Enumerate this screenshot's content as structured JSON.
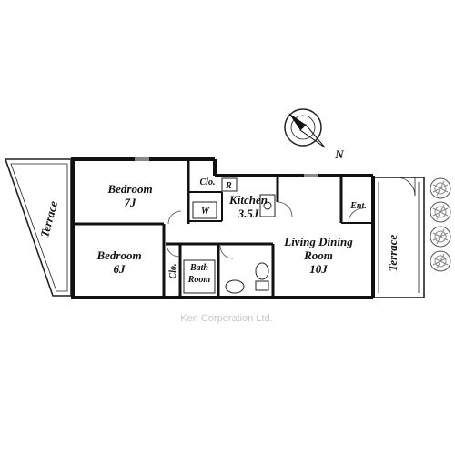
{
  "floorplan": {
    "compass_label": "N",
    "watermark": "Ken Corporation Ltd.",
    "rooms": {
      "bedroom_7": {
        "name": "Bedroom",
        "size": "7J"
      },
      "bedroom_6": {
        "name": "Bedroom",
        "size": "6J"
      },
      "kitchen": {
        "name": "Kitchen",
        "size": "3.5J"
      },
      "living": {
        "line1": "Living Dining",
        "line2": "Room",
        "size": "10J"
      },
      "bath": {
        "line1": "Bath",
        "line2": "Room"
      },
      "entrance": "Ent.",
      "closet_top": "Clo.",
      "closet_bottom": "Clo.",
      "washer": "W",
      "refrigerator": "R",
      "terrace_left": "Terrace",
      "terrace_right": "Terrace"
    }
  }
}
